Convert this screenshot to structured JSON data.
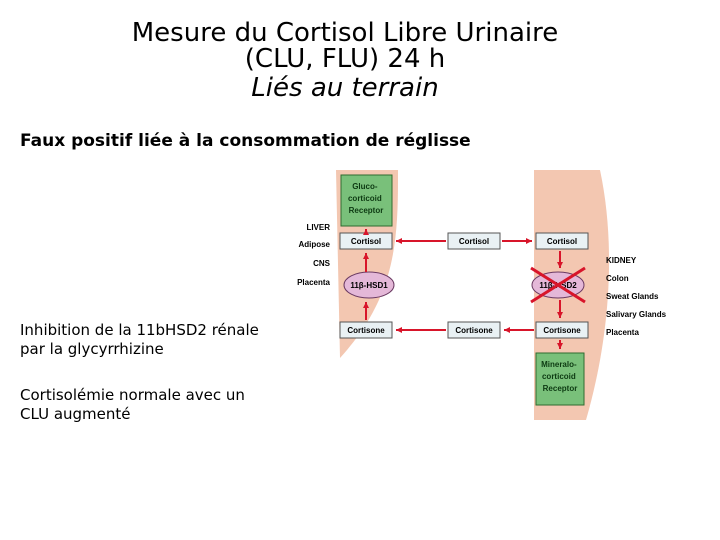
{
  "slide": {
    "title_line1": "Mesure du Cortisol Libre Urinaire",
    "title_line2": "(CLU, FLU) 24 h",
    "title_line3": "Liés au terrain",
    "subtitle": "Faux positif liée à la consommation de réglisse",
    "bullet1_line1": "Inhibition de la 11bHSD2 rénale",
    "bullet1_line2": "par la glycyrrhizine",
    "bullet2_line1": "Cortisolémie normale avec un",
    "bullet2_line2": "CLU augmenté"
  },
  "diagram": {
    "left_tissues": [
      "LIVER",
      "Adipose",
      "CNS",
      "Placenta"
    ],
    "right_tissues": [
      "KIDNEY",
      "Colon",
      "Sweat Glands",
      "Salivary Glands",
      "Placenta"
    ],
    "gluco_receptor": [
      "Gluco-",
      "corticoid",
      "Receptor"
    ],
    "mineralo_receptor": [
      "Mineralo-",
      "corticoid",
      "Receptor"
    ],
    "cortisol_label": "Cortisol",
    "cortisone_label": "Cortisone",
    "hsd1_label": "11β-HSD1",
    "hsd2_label": "11β-HSD2",
    "colors": {
      "organ": "#f3c7b1",
      "receptor": "#79c07a",
      "box_fill": "#e9f1f4",
      "hsd_fill": "#e4b8d8",
      "arrow": "#d8152a",
      "cross": "#d8152a"
    }
  }
}
